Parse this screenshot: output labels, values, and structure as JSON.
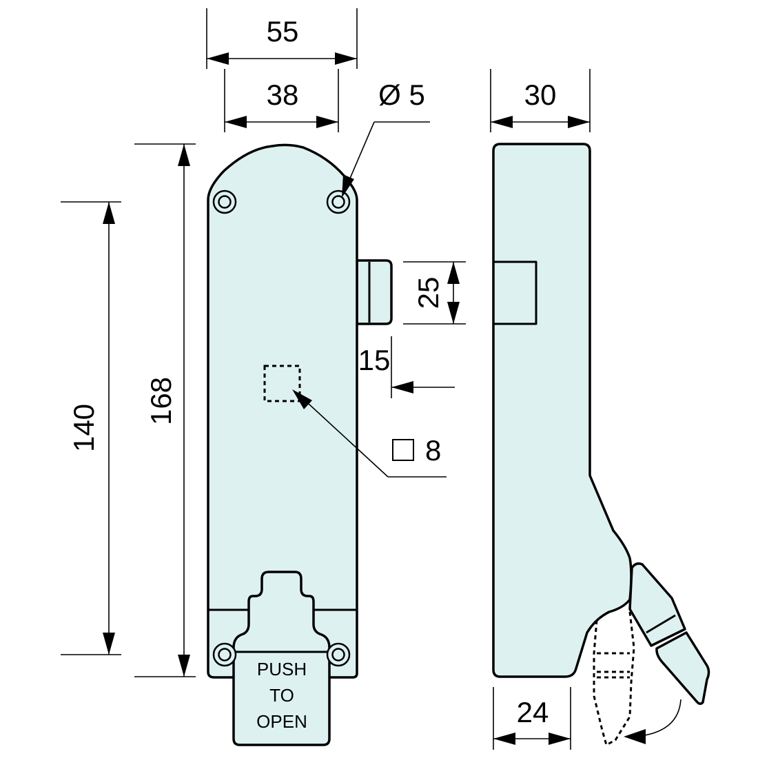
{
  "drawing": {
    "front_view": {
      "overall_width": "55",
      "mounting_hole_spacing": "38",
      "hole_diameter": "Ø 5",
      "overall_height": "168",
      "hole_vertical_spacing": "140",
      "latch_height": "25",
      "latch_projection": "15",
      "square_spindle": "8",
      "push_pad_text": [
        "PUSH",
        "TO",
        "OPEN"
      ]
    },
    "side_view": {
      "body_depth": "30",
      "lower_depth": "24"
    }
  }
}
